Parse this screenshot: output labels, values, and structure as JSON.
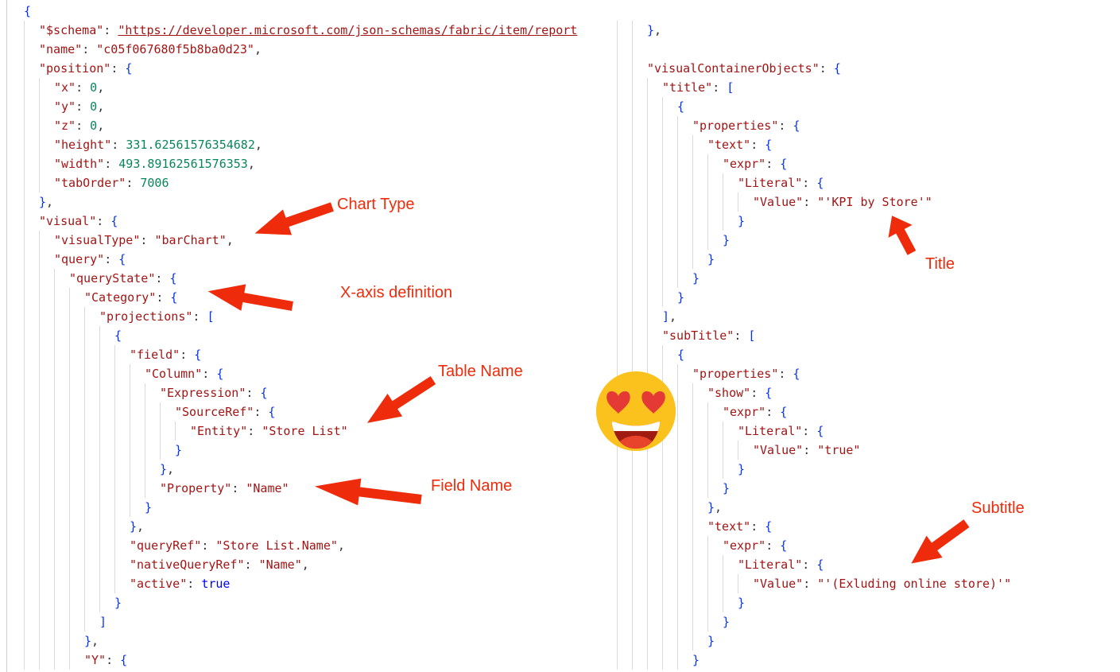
{
  "colors": {
    "json_key": "#a31515",
    "json_string": "#a31515",
    "json_number": "#098658",
    "json_keyword": "#0000ff",
    "json_bracket": "#0431fa",
    "indent_guide": "#dadada",
    "annotation": "#ee2b0b",
    "emoji_face": "#fbc11d",
    "emoji_hearts": "#e53935"
  },
  "editor": {
    "left_pane": {
      "lines": [
        [
          0,
          [
            "b",
            "{"
          ]
        ],
        [
          1,
          [
            "k",
            "\"$schema\""
          ],
          [
            "p",
            ": "
          ],
          [
            "l",
            "\"https://developer.microsoft.com/json-schemas/fabric/item/report"
          ]
        ],
        [
          1,
          [
            "k",
            "\"name\""
          ],
          [
            "p",
            ": "
          ],
          [
            "s",
            "\"c05f067680f5b8ba0d23\""
          ],
          [
            "p",
            ","
          ]
        ],
        [
          1,
          [
            "k",
            "\"position\""
          ],
          [
            "p",
            ": "
          ],
          [
            "b",
            "{"
          ]
        ],
        [
          2,
          [
            "k",
            "\"x\""
          ],
          [
            "p",
            ": "
          ],
          [
            "n",
            "0"
          ],
          [
            "p",
            ","
          ]
        ],
        [
          2,
          [
            "k",
            "\"y\""
          ],
          [
            "p",
            ": "
          ],
          [
            "n",
            "0"
          ],
          [
            "p",
            ","
          ]
        ],
        [
          2,
          [
            "k",
            "\"z\""
          ],
          [
            "p",
            ": "
          ],
          [
            "n",
            "0"
          ],
          [
            "p",
            ","
          ]
        ],
        [
          2,
          [
            "k",
            "\"height\""
          ],
          [
            "p",
            ": "
          ],
          [
            "n",
            "331.62561576354682"
          ],
          [
            "p",
            ","
          ]
        ],
        [
          2,
          [
            "k",
            "\"width\""
          ],
          [
            "p",
            ": "
          ],
          [
            "n",
            "493.89162561576353"
          ],
          [
            "p",
            ","
          ]
        ],
        [
          2,
          [
            "k",
            "\"tabOrder\""
          ],
          [
            "p",
            ": "
          ],
          [
            "n",
            "7006"
          ]
        ],
        [
          1,
          [
            "b",
            "}"
          ],
          [
            "p",
            ","
          ]
        ],
        [
          1,
          [
            "k",
            "\"visual\""
          ],
          [
            "p",
            ": "
          ],
          [
            "b",
            "{"
          ]
        ],
        [
          2,
          [
            "k",
            "\"visualType\""
          ],
          [
            "p",
            ": "
          ],
          [
            "s",
            "\"barChart\""
          ],
          [
            "p",
            ","
          ]
        ],
        [
          2,
          [
            "k",
            "\"query\""
          ],
          [
            "p",
            ": "
          ],
          [
            "b",
            "{"
          ]
        ],
        [
          3,
          [
            "k",
            "\"queryState\""
          ],
          [
            "p",
            ": "
          ],
          [
            "b",
            "{"
          ]
        ],
        [
          4,
          [
            "k",
            "\"Category\""
          ],
          [
            "p",
            ": "
          ],
          [
            "b",
            "{"
          ]
        ],
        [
          5,
          [
            "k",
            "\"projections\""
          ],
          [
            "p",
            ": "
          ],
          [
            "b",
            "["
          ]
        ],
        [
          6,
          [
            "b",
            "{"
          ]
        ],
        [
          7,
          [
            "k",
            "\"field\""
          ],
          [
            "p",
            ": "
          ],
          [
            "b",
            "{"
          ]
        ],
        [
          8,
          [
            "k",
            "\"Column\""
          ],
          [
            "p",
            ": "
          ],
          [
            "b",
            "{"
          ]
        ],
        [
          9,
          [
            "k",
            "\"Expression\""
          ],
          [
            "p",
            ": "
          ],
          [
            "b",
            "{"
          ]
        ],
        [
          10,
          [
            "k",
            "\"SourceRef\""
          ],
          [
            "p",
            ": "
          ],
          [
            "b",
            "{"
          ]
        ],
        [
          11,
          [
            "k",
            "\"Entity\""
          ],
          [
            "p",
            ": "
          ],
          [
            "s",
            "\"Store List\""
          ]
        ],
        [
          10,
          [
            "b",
            "}"
          ]
        ],
        [
          9,
          [
            "b",
            "}"
          ],
          [
            "p",
            ","
          ]
        ],
        [
          9,
          [
            "k",
            "\"Property\""
          ],
          [
            "p",
            ": "
          ],
          [
            "s",
            "\"Name\""
          ]
        ],
        [
          8,
          [
            "b",
            "}"
          ]
        ],
        [
          7,
          [
            "b",
            "}"
          ],
          [
            "p",
            ","
          ]
        ],
        [
          7,
          [
            "k",
            "\"queryRef\""
          ],
          [
            "p",
            ": "
          ],
          [
            "s",
            "\"Store List.Name\""
          ],
          [
            "p",
            ","
          ]
        ],
        [
          7,
          [
            "k",
            "\"nativeQueryRef\""
          ],
          [
            "p",
            ": "
          ],
          [
            "s",
            "\"Name\""
          ],
          [
            "p",
            ","
          ]
        ],
        [
          7,
          [
            "k",
            "\"active\""
          ],
          [
            "p",
            ": "
          ],
          [
            "t",
            "true"
          ]
        ],
        [
          6,
          [
            "b",
            "}"
          ]
        ],
        [
          5,
          [
            "b",
            "]"
          ]
        ],
        [
          4,
          [
            "b",
            "}"
          ],
          [
            "p",
            ","
          ]
        ],
        [
          4,
          [
            "k",
            "\"Y\""
          ],
          [
            "p",
            ": "
          ],
          [
            "b",
            "{"
          ]
        ]
      ]
    },
    "right_pane": {
      "lines": [
        [
          2,
          [
            "b",
            "}"
          ],
          [
            "p",
            ","
          ]
        ],
        [
          2
        ],
        [
          2,
          [
            "k",
            "\"visualContainerObjects\""
          ],
          [
            "p",
            ": "
          ],
          [
            "b",
            "{"
          ]
        ],
        [
          3,
          [
            "k",
            "\"title\""
          ],
          [
            "p",
            ": "
          ],
          [
            "b",
            "["
          ]
        ],
        [
          4,
          [
            "b",
            "{"
          ]
        ],
        [
          5,
          [
            "k",
            "\"properties\""
          ],
          [
            "p",
            ": "
          ],
          [
            "b",
            "{"
          ]
        ],
        [
          6,
          [
            "k",
            "\"text\""
          ],
          [
            "p",
            ": "
          ],
          [
            "b",
            "{"
          ]
        ],
        [
          7,
          [
            "k",
            "\"expr\""
          ],
          [
            "p",
            ": "
          ],
          [
            "b",
            "{"
          ]
        ],
        [
          8,
          [
            "k",
            "\"Literal\""
          ],
          [
            "p",
            ": "
          ],
          [
            "b",
            "{"
          ]
        ],
        [
          9,
          [
            "k",
            "\"Value\""
          ],
          [
            "p",
            ": "
          ],
          [
            "s",
            "\"'KPI by Store'\""
          ]
        ],
        [
          8,
          [
            "b",
            "}"
          ]
        ],
        [
          7,
          [
            "b",
            "}"
          ]
        ],
        [
          6,
          [
            "b",
            "}"
          ]
        ],
        [
          5,
          [
            "b",
            "}"
          ]
        ],
        [
          4,
          [
            "b",
            "}"
          ]
        ],
        [
          3,
          [
            "b",
            "]"
          ],
          [
            "p",
            ","
          ]
        ],
        [
          3,
          [
            "k",
            "\"subTitle\""
          ],
          [
            "p",
            ": "
          ],
          [
            "b",
            "["
          ]
        ],
        [
          4,
          [
            "b",
            "{"
          ]
        ],
        [
          5,
          [
            "k",
            "\"properties\""
          ],
          [
            "p",
            ": "
          ],
          [
            "b",
            "{"
          ]
        ],
        [
          6,
          [
            "k",
            "\"show\""
          ],
          [
            "p",
            ": "
          ],
          [
            "b",
            "{"
          ]
        ],
        [
          7,
          [
            "k",
            "\"expr\""
          ],
          [
            "p",
            ": "
          ],
          [
            "b",
            "{"
          ]
        ],
        [
          8,
          [
            "k",
            "\"Literal\""
          ],
          [
            "p",
            ": "
          ],
          [
            "b",
            "{"
          ]
        ],
        [
          9,
          [
            "k",
            "\"Value\""
          ],
          [
            "p",
            ": "
          ],
          [
            "s",
            "\"true\""
          ]
        ],
        [
          8,
          [
            "b",
            "}"
          ]
        ],
        [
          7,
          [
            "b",
            "}"
          ]
        ],
        [
          6,
          [
            "b",
            "}"
          ],
          [
            "p",
            ","
          ]
        ],
        [
          6,
          [
            "k",
            "\"text\""
          ],
          [
            "p",
            ": "
          ],
          [
            "b",
            "{"
          ]
        ],
        [
          7,
          [
            "k",
            "\"expr\""
          ],
          [
            "p",
            ": "
          ],
          [
            "b",
            "{"
          ]
        ],
        [
          8,
          [
            "k",
            "\"Literal\""
          ],
          [
            "p",
            ": "
          ],
          [
            "b",
            "{"
          ]
        ],
        [
          9,
          [
            "k",
            "\"Value\""
          ],
          [
            "p",
            ": "
          ],
          [
            "s",
            "\"'(Exluding online store)'\""
          ]
        ],
        [
          8,
          [
            "b",
            "}"
          ]
        ],
        [
          7,
          [
            "b",
            "}"
          ]
        ],
        [
          6,
          [
            "b",
            "}"
          ]
        ],
        [
          5,
          [
            "b",
            "}"
          ]
        ]
      ]
    }
  },
  "annotations": [
    {
      "id": "chart-type",
      "label": "Chart Type"
    },
    {
      "id": "x-axis-definition",
      "label": "X-axis definition"
    },
    {
      "id": "table-name",
      "label": "Table Name"
    },
    {
      "id": "field-name",
      "label": "Field Name"
    },
    {
      "id": "title",
      "label": "Title"
    },
    {
      "id": "subtitle",
      "label": "Subtitle"
    }
  ],
  "emoji": {
    "name": "smiling-face-with-heart-eyes"
  }
}
